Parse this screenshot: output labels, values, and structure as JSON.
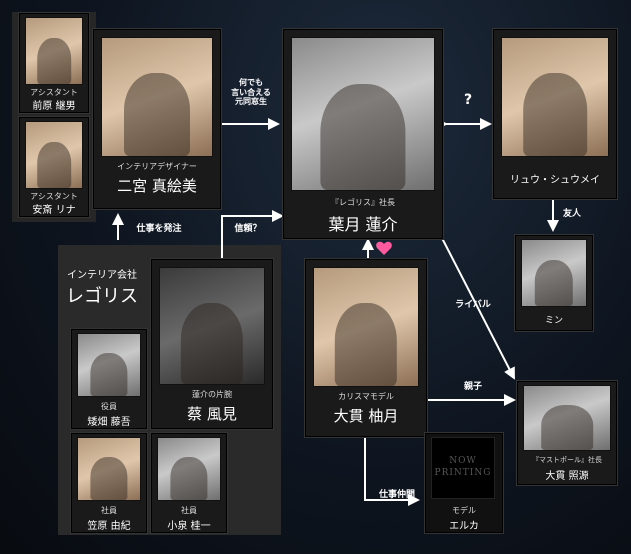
{
  "company": {
    "label_small": "インテリア会社",
    "label_big": "レゴリス"
  },
  "people": {
    "maehara": {
      "role": "アシスタント",
      "name": "前原 継男"
    },
    "ado": {
      "role": "アシスタント",
      "name": "安斎 リナ"
    },
    "ninomiya": {
      "role": "インテリアデザイナー",
      "name": "二宮 真絵美"
    },
    "hazuki": {
      "role": "『レゴリス』社長",
      "name": "葉月 蓮介"
    },
    "ryu": {
      "role": "",
      "name": "リュウ・シュウメイ"
    },
    "min": {
      "role": "",
      "name": "ミン"
    },
    "sai": {
      "role": "蓮介の片腕",
      "name": "蔡 風見"
    },
    "ohnuki_yuzuki": {
      "role": "カリスマモデル",
      "name": "大貫 柚月"
    },
    "yakuin": {
      "role": "役員",
      "name": "矮畑 藤吾"
    },
    "kasahara": {
      "role": "社員",
      "name": "笠原 由紀"
    },
    "koizumi": {
      "role": "社員",
      "name": "小泉 桂一"
    },
    "erika": {
      "role": "モデル",
      "name": "エルカ"
    },
    "ohnuki_teruge": {
      "role": "『マストポール』社長",
      "name": "大貫 照源"
    }
  },
  "relations": {
    "nandemo": "何でも\n言い合える\n元同窓生",
    "question": "?",
    "yujin": "友人",
    "shigoto_hatchu": "仕事を発注",
    "shinrai": "信頼？",
    "rival": "ライバル",
    "oyako": "親子",
    "shigoto_nakama": "仕事仲間"
  },
  "now_printing": "NOW\nPRINTING",
  "colors": {
    "heart": "#ff5aa0",
    "arrow": "#ffffff"
  }
}
